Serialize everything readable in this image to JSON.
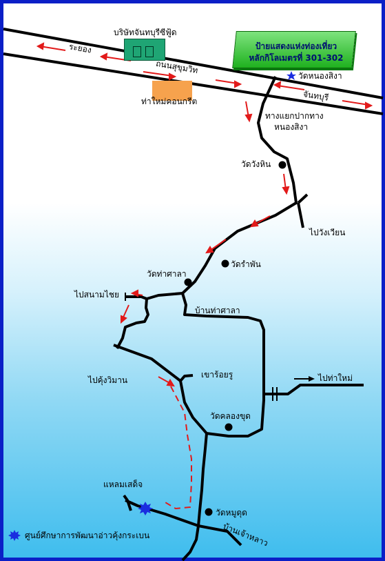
{
  "map": {
    "sign": {
      "line1": "ป้ายแสดงแห่งท่องเที่ยว",
      "line2": "หลักกิโลเมตรที่ 301-302"
    },
    "labels": {
      "factory": "บริษัทจันทบุรีซีฟู้ด",
      "rayong": "ระยอง",
      "sukhumvit": "ถนนสุขุมวิท",
      "chanthaburi": "จันทบุรี",
      "wat_nong_sing": "วัดหนองสิงา",
      "concrete": "ท่าใหม่คอนกรีต",
      "junction1": "ทางแยกปากทาง",
      "junction2": "หนองสิงา",
      "wat_wang_hin": "วัดวังหิน",
      "to_wang_wian": "ไปวังเวียน",
      "wat_ram_phan": "วัดรำพัน",
      "wat_tha_sala": "วัดท่าศาลา",
      "to_sanam_chai": "ไปสนามไชย",
      "ban_tha_sala": "บ้านท่าศาลา",
      "to_khung_wiman": "ไปคุ้งวิมาน",
      "khao_roi_ru": "เขาร้อยรู",
      "to_tha_mai": "ไปท่าใหม่",
      "wat_khlong_khut": "วัดคลองขุด",
      "laem_sadet": "แหลมเสด็จ",
      "wat_mu_dut": "วัดหมูดุด",
      "ban_chao_lao": "บ้านเจ้าหลาว",
      "center": "ศูนย์ศึกษาการพัฒนาอ่าวคุ้งกระเบน"
    },
    "colors": {
      "border": "#0b1fc7",
      "road": "#000000",
      "arrow": "#e21a1a",
      "sign": "#33c433",
      "factory": "#1fa574",
      "concrete": "#f6a24d",
      "star": "#1a2de0"
    }
  }
}
